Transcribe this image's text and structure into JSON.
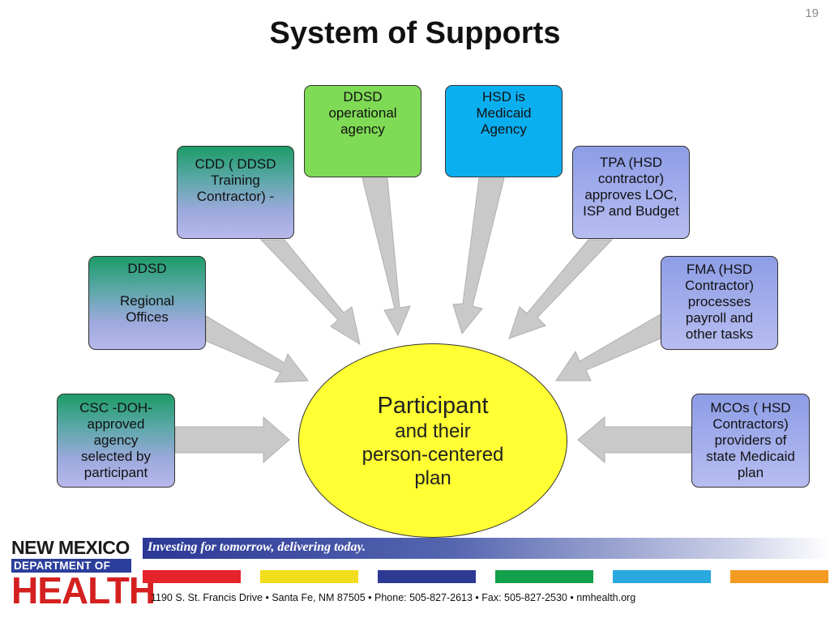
{
  "slide_number": "19",
  "title": "System of Supports",
  "center": {
    "line1": "Participant",
    "line2": "and their\nperson-centered\nplan"
  },
  "boxes": {
    "ddsd_operational": "DDSD\noperational\nagency",
    "hsd": "HSD is\nMedicaid\nAgency",
    "cdd": "CDD ( DDSD\nTraining\nContractor) -",
    "tpa": "TPA (HSD\ncontractor)\napproves LOC,\nISP and Budget",
    "ddsd_regional": "DDSD\n​\nRegional\nOffices",
    "fma": "FMA (HSD\nContractor)\nprocesses\npayroll and\nother tasks",
    "csc": "CSC -DOH-\napproved\nagency\nselected by\nparticipant",
    "mcos": "MCOs ( HSD\nContractors)\nproviders of\nstate Medicaid\nplan"
  },
  "colors": {
    "participant": "#ffff33",
    "green_box": "#7fda55",
    "cyan_box": "#0aaff0",
    "arrow": "#c9c9c9"
  },
  "footer": {
    "logo_line1": "NEW MEXICO",
    "logo_line2": "DEPARTMENT OF",
    "logo_line3": "HEALTH",
    "tagline": "Investing for tomorrow, delivering today.",
    "stripe_colors": [
      "#e5232a",
      "#f2dd1c",
      "#2d3a94",
      "#12a04a",
      "#2aa8e0",
      "#f39a22"
    ],
    "address": "1190 S. St. Francis Drive • Santa Fe, NM 87505 • Phone: 505-827-2613 • Fax: 505-827-2530 • nmhealth.org"
  }
}
